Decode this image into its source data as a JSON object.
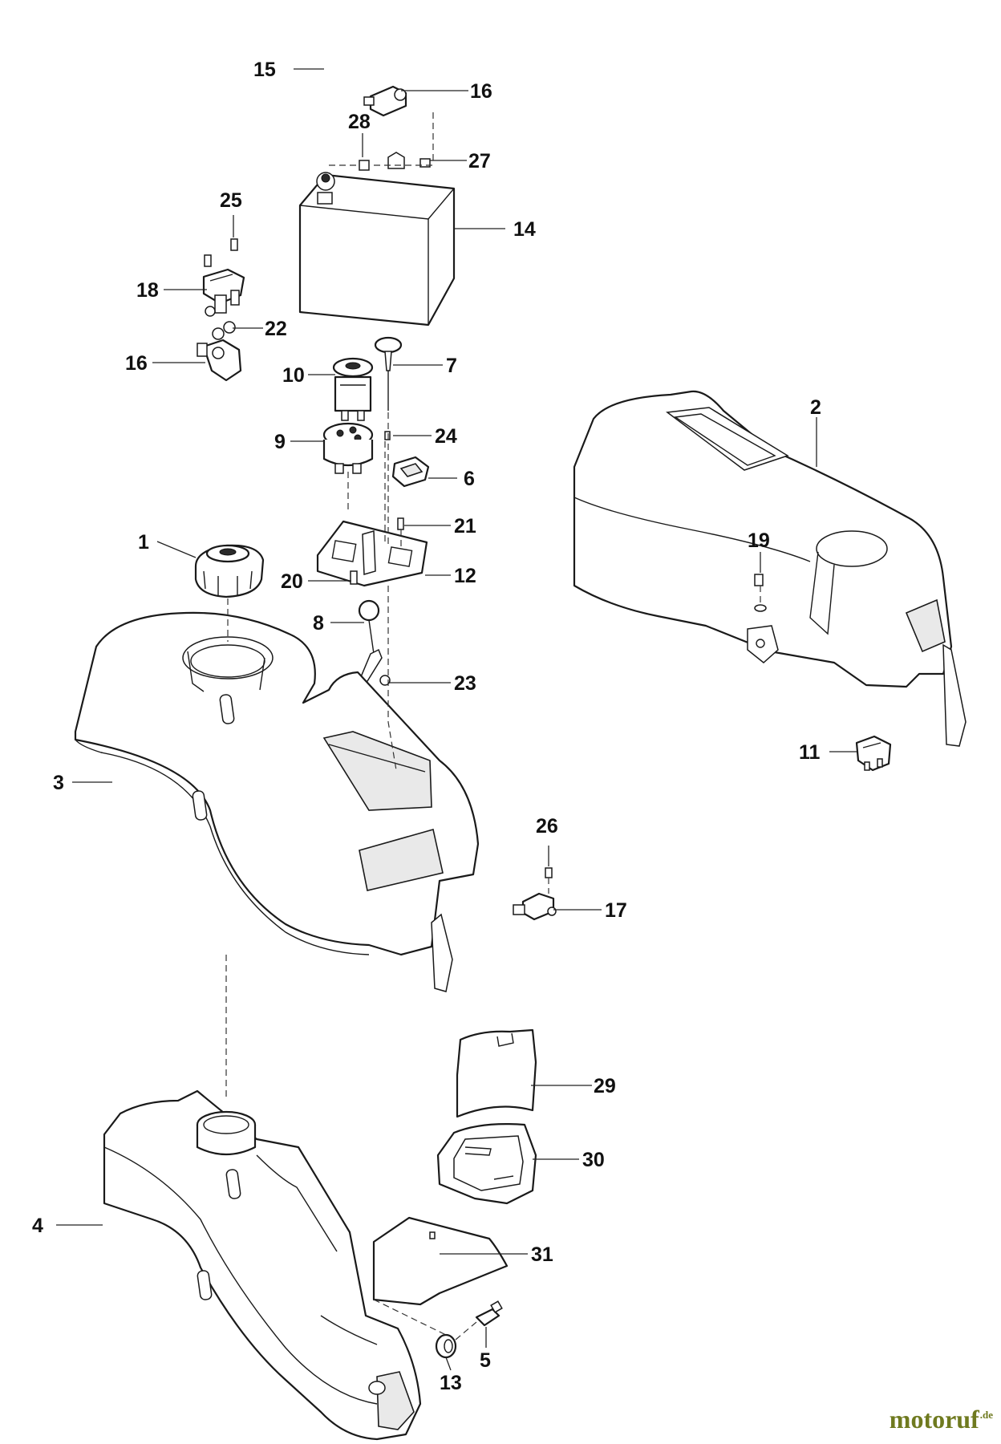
{
  "diagram": {
    "watermark": {
      "name": "motoruf",
      "tld": ".de"
    },
    "callouts": [
      {
        "id": "c1",
        "label": "1"
      },
      {
        "id": "c2",
        "label": "2"
      },
      {
        "id": "c3",
        "label": "3"
      },
      {
        "id": "c4",
        "label": "4"
      },
      {
        "id": "c5",
        "label": "5"
      },
      {
        "id": "c6",
        "label": "6"
      },
      {
        "id": "c7",
        "label": "7"
      },
      {
        "id": "c8",
        "label": "8"
      },
      {
        "id": "c9",
        "label": "9"
      },
      {
        "id": "c10",
        "label": "10"
      },
      {
        "id": "c11",
        "label": "11"
      },
      {
        "id": "c12",
        "label": "12"
      },
      {
        "id": "c13",
        "label": "13"
      },
      {
        "id": "c14",
        "label": "14"
      },
      {
        "id": "c15",
        "label": "15"
      },
      {
        "id": "c16a",
        "label": "16"
      },
      {
        "id": "c16b",
        "label": "16"
      },
      {
        "id": "c17",
        "label": "17"
      },
      {
        "id": "c18",
        "label": "18"
      },
      {
        "id": "c19",
        "label": "19"
      },
      {
        "id": "c20",
        "label": "20"
      },
      {
        "id": "c21",
        "label": "21"
      },
      {
        "id": "c22",
        "label": "22"
      },
      {
        "id": "c23",
        "label": "23"
      },
      {
        "id": "c24",
        "label": "24"
      },
      {
        "id": "c25",
        "label": "25"
      },
      {
        "id": "c26",
        "label": "26"
      },
      {
        "id": "c27",
        "label": "27"
      },
      {
        "id": "c28",
        "label": "28"
      },
      {
        "id": "c29",
        "label": "29"
      },
      {
        "id": "c30",
        "label": "30"
      },
      {
        "id": "c31",
        "label": "31"
      }
    ]
  }
}
